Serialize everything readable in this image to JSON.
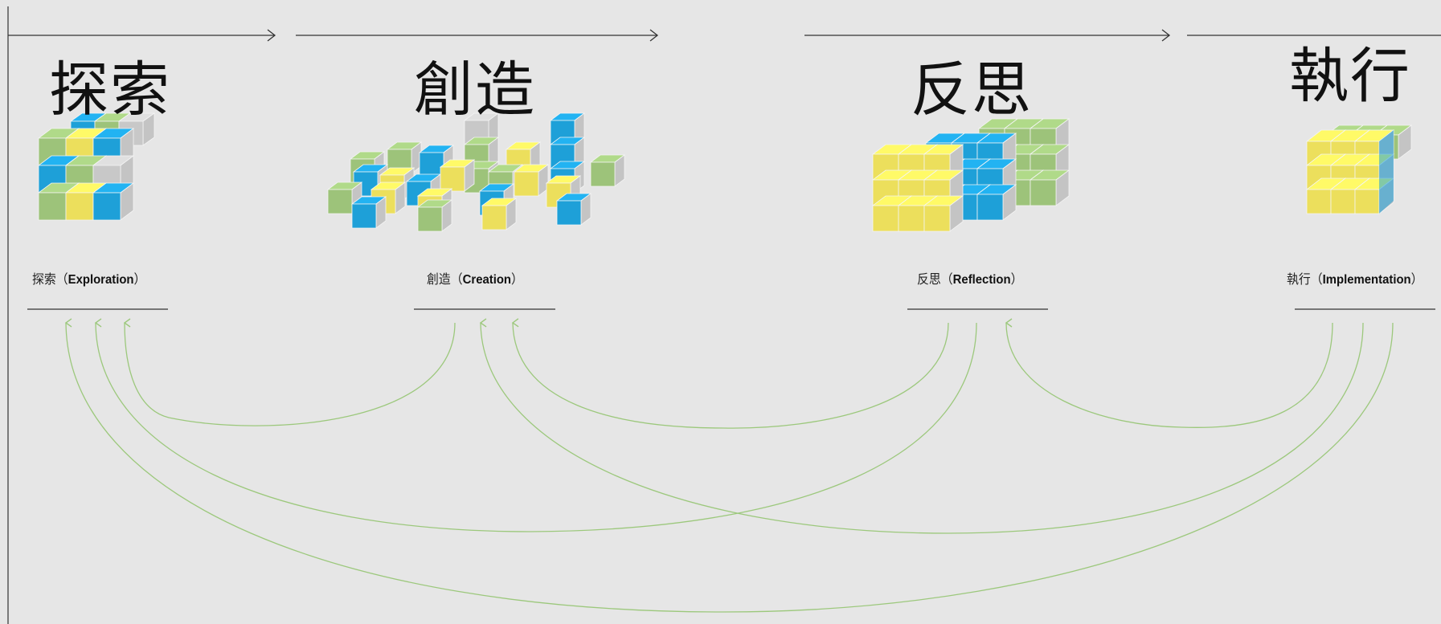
{
  "diagram": {
    "stages": [
      {
        "id": "exploration",
        "title": "探索",
        "label_zh": "探索",
        "label_en": "Exploration"
      },
      {
        "id": "creation",
        "title": "創造",
        "label_zh": "創造",
        "label_en": "Creation"
      },
      {
        "id": "reflection",
        "title": "反思",
        "label_zh": "反思",
        "label_en": "Reflection"
      },
      {
        "id": "implementation",
        "title": "執行",
        "label_zh": "執行",
        "label_en": "Implementation"
      }
    ],
    "paren_open": "（",
    "paren_close": "）"
  },
  "colors": {
    "background": "#e6e6e6",
    "cube_blue": "#1ea0d8",
    "cube_green": "#9dc37a",
    "cube_yellow": "#ecdf5c",
    "cube_grey": "#c8c8c8",
    "loop_arrow": "#9cc87c",
    "line": "#333333"
  },
  "icons": [
    "arrow-right-icon",
    "arrow-up-icon"
  ]
}
